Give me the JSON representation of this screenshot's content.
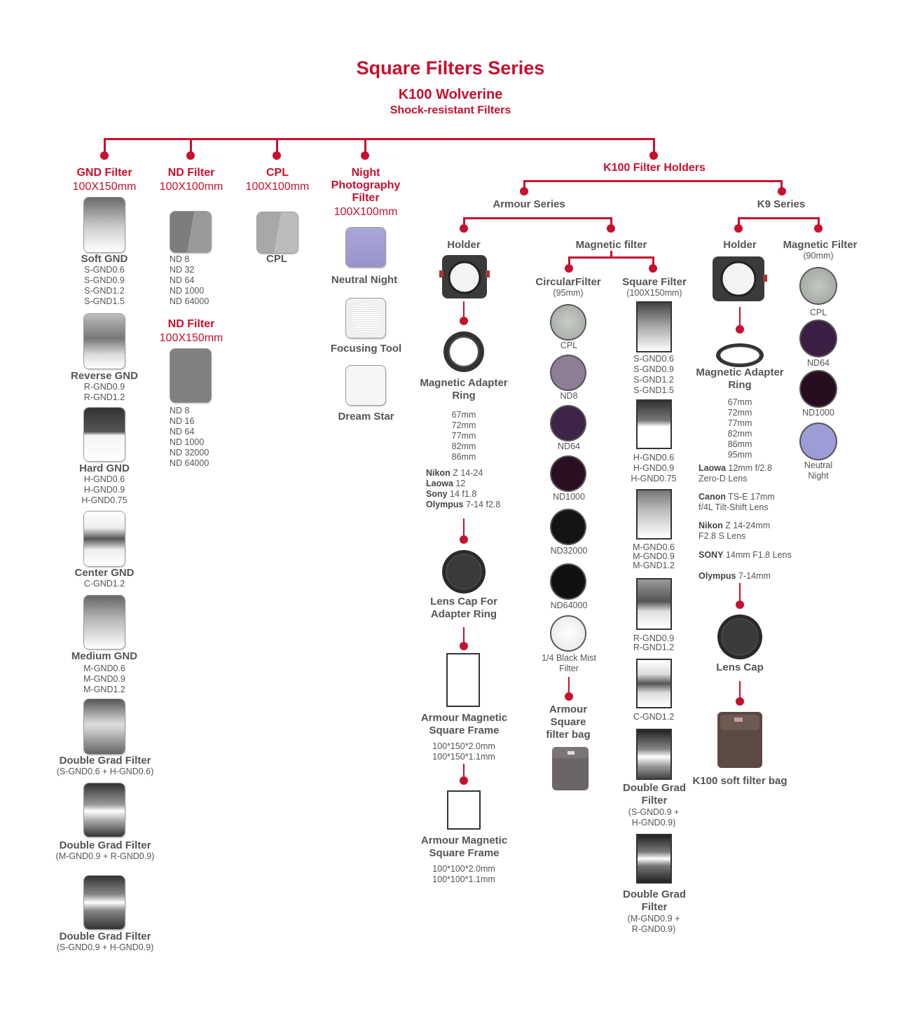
{
  "header": {
    "title": "Square Filters Series",
    "subtitle": "K100 Wolverine",
    "subtitle2": "Shock-resistant Filters"
  },
  "categories": {
    "gnd": {
      "name": "GND Filter",
      "size": "100X150mm"
    },
    "nd": {
      "name": "ND Filter",
      "size": "100X100mm"
    },
    "nd150": {
      "name": "ND Filter",
      "size": "100X150mm"
    },
    "cpl": {
      "name": "CPL",
      "size": "100X100mm"
    },
    "night": {
      "name": "Night Photography Filter",
      "size": "100X100mm"
    },
    "holders": {
      "name": "K100 Filter Holders"
    }
  },
  "gnd_items": [
    {
      "name": "Soft GND",
      "codes": [
        "S-GND0.6",
        "S-GND0.9",
        "S-GND1.2",
        "S-GND1.5"
      ]
    },
    {
      "name": "Reverse GND",
      "codes": [
        "R-GND0.9",
        "R-GND1.2"
      ]
    },
    {
      "name": "Hard GND",
      "codes": [
        "H-GND0.6",
        "H-GND0.9",
        "H-GND0.75"
      ]
    },
    {
      "name": "Center GND",
      "codes": [
        "C-GND1.2"
      ]
    },
    {
      "name": "Medium GND",
      "codes": [
        "M-GND0.6",
        "M-GND0.9",
        "M-GND1.2"
      ]
    },
    {
      "name": "Double Grad Filter",
      "codes": [
        "(S-GND0.6 + H-GND0.6)"
      ]
    },
    {
      "name": "Double Grad Filter",
      "codes": [
        "(M-GND0.9 + R-GND0.9)"
      ]
    },
    {
      "name": "Double Grad Filter",
      "codes": [
        "(S-GND0.9 + H-GND0.9)"
      ]
    }
  ],
  "nd100_codes": [
    "ND 8",
    "ND 32",
    "ND 64",
    "ND 1000",
    "ND 64000"
  ],
  "nd150_codes": [
    "ND 8",
    "ND 16",
    "ND 64",
    "ND 1000",
    "ND 32000",
    "ND 64000"
  ],
  "cpl_label": "CPL",
  "night_items": [
    "Neutral Night",
    "Focusing Tool",
    "Dream Star"
  ],
  "armour": {
    "title": "Armour  Series",
    "holder": "Holder",
    "magnetic_filter": "Magnetic filter",
    "adapter_ring": "Magnetic Adapter Ring",
    "adapter_sizes": [
      "67mm",
      "72mm",
      "77mm",
      "82mm",
      "86mm"
    ],
    "lenses": [
      {
        "brand": "Nikon",
        "model": "Z 14-24"
      },
      {
        "brand": "Laowa",
        "model": "12"
      },
      {
        "brand": "Sony",
        "model": "14 f1.8"
      },
      {
        "brand": "Olympus",
        "model": "7-14 f2.8"
      }
    ],
    "lens_cap": "Lens Cap For Adapter Ring",
    "frame1": {
      "name": "Armour Magnetic Square Frame",
      "sizes": [
        "100*150*2.0mm",
        "100*150*1.1mm"
      ]
    },
    "frame2": {
      "name": "Armour Magnetic Square Frame",
      "sizes": [
        "100*100*2.0mm",
        "100*100*1.1mm"
      ]
    },
    "circular": {
      "title": "CircularFilter",
      "size": "(95mm)",
      "items": [
        "CPL",
        "ND8",
        "ND64",
        "ND1000",
        "ND32000",
        "ND64000",
        "1/4 Black Mist Filter"
      ]
    },
    "bag": "Armour Square filter bag",
    "square": {
      "title": "Square Filter",
      "size": "(100X150mm)",
      "items": [
        [
          "S-GND0.6",
          "S-GND0.9",
          "S-GND1.2",
          "S-GND1.5"
        ],
        [
          "H-GND0.6",
          "H-GND0.9",
          "H-GND0.75"
        ],
        [
          "M-GND0.6",
          "M-GND0.9",
          "M-GND1.2"
        ],
        [
          "R-GND0.9",
          "R-GND1.2"
        ],
        [
          "C-GND1.2"
        ]
      ],
      "double1": {
        "name": "Double Grad Filter",
        "codes": [
          "(S-GND0.9 +",
          "H-GND0.9)"
        ]
      },
      "double2": {
        "name": "Double Grad Filter",
        "codes": [
          "(M-GND0.9 +",
          "R-GND0.9)"
        ]
      }
    }
  },
  "k9": {
    "title": "K9  Series",
    "holder": "Holder",
    "magnetic_filter": "Magnetic Filter",
    "magnetic_size": "(90mm)",
    "filters": [
      "CPL",
      "ND64",
      "ND1000",
      "Neutral Night"
    ],
    "adapter_ring": "Magnetic Adapter Ring",
    "adapter_sizes": [
      "67mm",
      "72mm",
      "77mm",
      "82mm",
      "86mm",
      "95mm"
    ],
    "lenses": [
      {
        "brand": "Laowa",
        "model": "12mm f/2.8",
        "extra": "Zero-D Lens"
      },
      {
        "brand": "Canon",
        "model": "TS-E 17mm",
        "extra": "f/4L Tilt-Shift Lens"
      },
      {
        "brand": "Nikon",
        "model": "Z 14-24mm",
        "extra": "F2.8 S Lens"
      },
      {
        "brand": "SONY",
        "model": "14mm F1.8 Lens",
        "extra": ""
      },
      {
        "brand": "Olympus",
        "model": "7-14mm",
        "extra": ""
      }
    ],
    "lens_cap": "Lens Cap",
    "bag": "K100 soft filter bag"
  },
  "colors": {
    "accent": "#c8102e",
    "text": "#555555"
  }
}
